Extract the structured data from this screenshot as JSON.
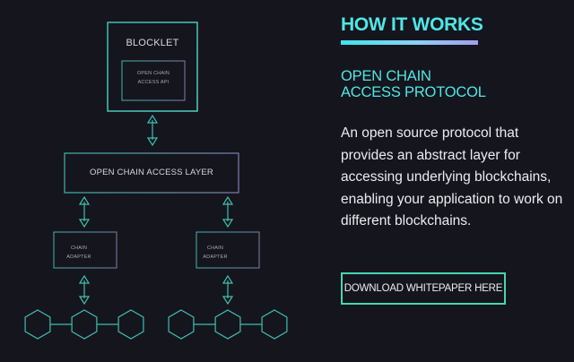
{
  "diagram": {
    "blocklet_label": "BLOCKLET",
    "api_label_line1": "OPEN CHAIN",
    "api_label_line2": "ACCESS API",
    "layer_label": "OPEN CHAIN ACCESS LAYER",
    "adapters": [
      {
        "line1": "CHAIN",
        "line2": "ADAPTER"
      },
      {
        "line1": "CHAIN",
        "line2": "ADAPTER"
      }
    ],
    "chains": [
      {
        "hexagon_count": 3
      },
      {
        "hexagon_count": 3
      }
    ],
    "colors": {
      "teal": "#3fbfae",
      "violet": "#7c7fae",
      "background": "#15151d"
    }
  },
  "panel": {
    "title": "HOW IT WORKS",
    "subtitle_line1": "OPEN CHAIN",
    "subtitle_line2": "ACCESS PROTOCOL",
    "description": "An open source protocol that provides an abstract layer for accessing underlying blockchains, enabling your application to work on different blockchains.",
    "button_label": "DOWNLOAD WHITEPAPER HERE",
    "colors": {
      "accent": "#4fe6e6",
      "button_border": "#46d6b2",
      "text": "#ececf0"
    }
  }
}
